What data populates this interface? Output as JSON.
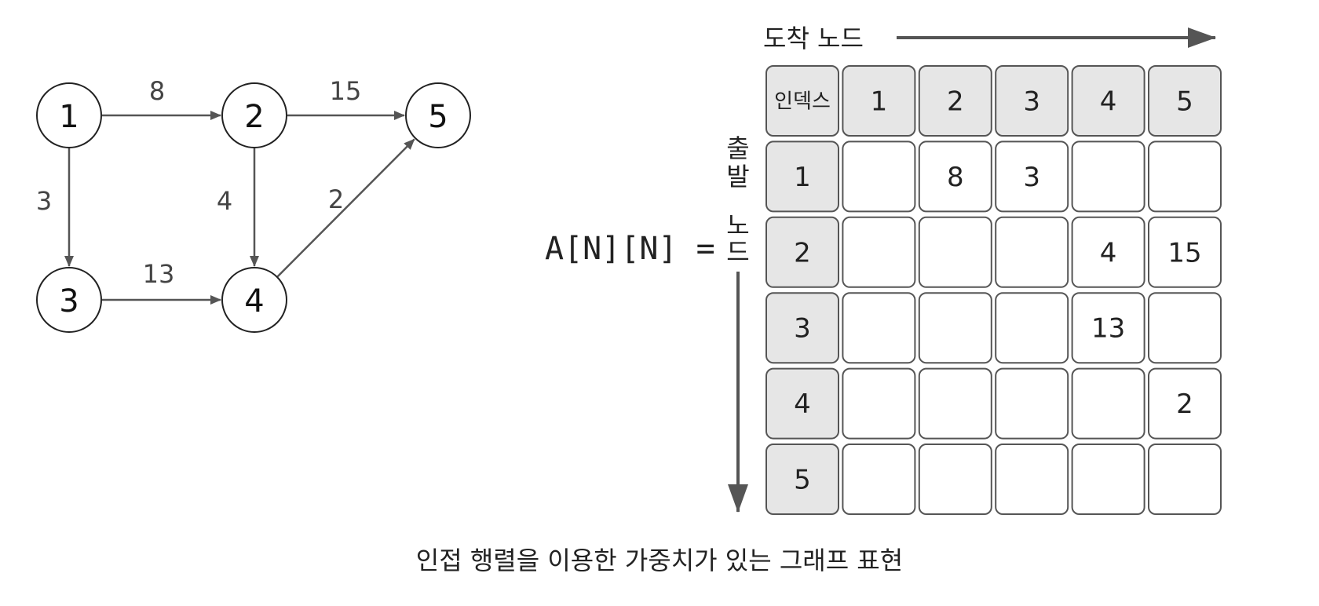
{
  "graph": {
    "nodes": [
      {
        "id": "1",
        "label": "1"
      },
      {
        "id": "2",
        "label": "2"
      },
      {
        "id": "3",
        "label": "3"
      },
      {
        "id": "4",
        "label": "4"
      },
      {
        "id": "5",
        "label": "5"
      }
    ],
    "edges": [
      {
        "from": "1",
        "to": "2",
        "weight": "8"
      },
      {
        "from": "2",
        "to": "5",
        "weight": "15"
      },
      {
        "from": "1",
        "to": "3",
        "weight": "3"
      },
      {
        "from": "2",
        "to": "4",
        "weight": "4"
      },
      {
        "from": "4",
        "to": "5",
        "weight": "2"
      },
      {
        "from": "3",
        "to": "4",
        "weight": "13"
      }
    ]
  },
  "matrix": {
    "formula": "A[N][N] =",
    "column_axis_label": "도착 노드",
    "row_axis_label_chars": [
      "출",
      "발",
      "노",
      "드"
    ],
    "corner_label": "인덱스",
    "column_headers": [
      "1",
      "2",
      "3",
      "4",
      "5"
    ],
    "row_headers": [
      "1",
      "2",
      "3",
      "4",
      "5"
    ],
    "cells": [
      [
        "",
        "8",
        "3",
        "",
        ""
      ],
      [
        "",
        "",
        "",
        "4",
        "15"
      ],
      [
        "",
        "",
        "",
        "13",
        ""
      ],
      [
        "",
        "",
        "",
        "",
        "2"
      ],
      [
        "",
        "",
        "",
        "",
        ""
      ]
    ]
  },
  "caption": "인접 행렬을 이용한 가중치가 있는 그래프 표현",
  "colors": {
    "header_fill": "#e6e6e6",
    "cell_fill": "#ffffff",
    "stroke": "#555555",
    "arrow": "#555555"
  }
}
